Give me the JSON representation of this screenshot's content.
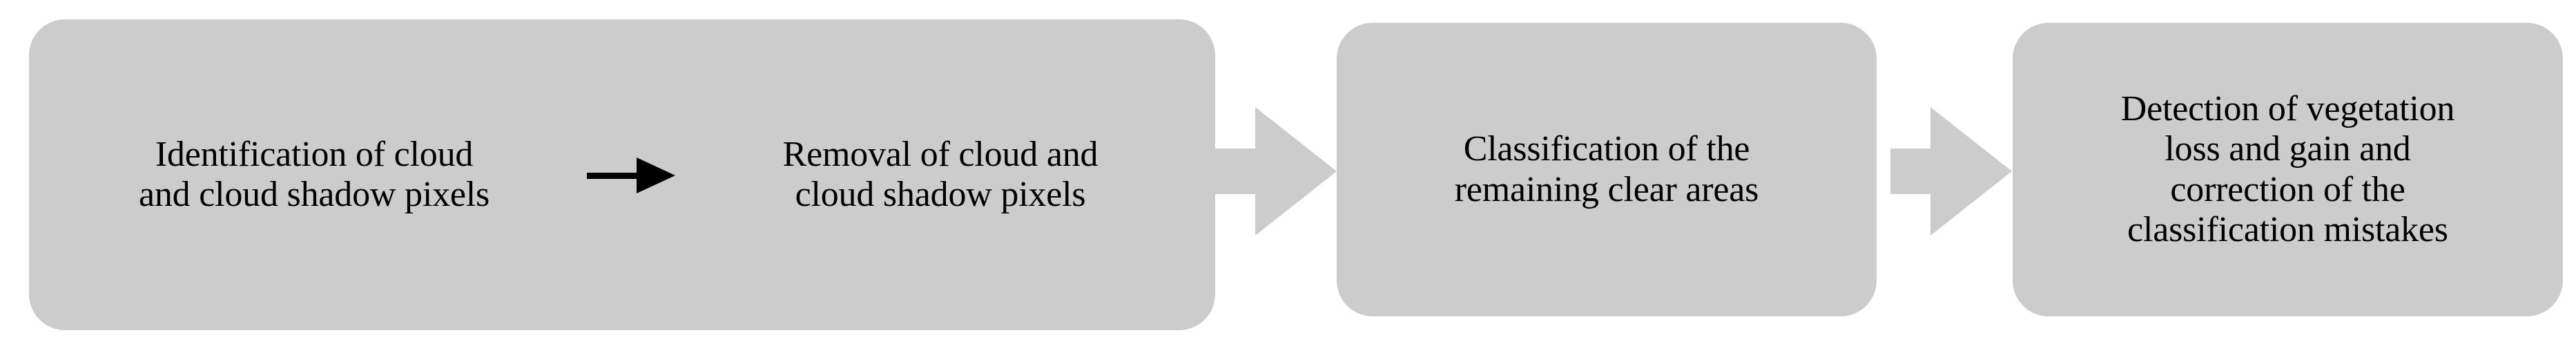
{
  "diagram": {
    "type": "flowchart",
    "orientation": "left-to-right",
    "colors": {
      "node_fill": "#cccccc",
      "text": "#000000",
      "background": "#ffffff",
      "inline_arrow": "#000000",
      "block_arrow": "#cccccc"
    },
    "nodes": [
      {
        "id": "node-merged",
        "name": "identification-and-removal-node",
        "stages": [
          {
            "id": "stage-identification",
            "name": "identification-of-cloud-and-cloud-shadow-pixels",
            "lines": [
              "Identification of cloud",
              "and cloud shadow pixels"
            ],
            "text": "Identification of cloud\nand cloud shadow pixels"
          },
          {
            "id": "stage-removal",
            "name": "removal-of-cloud-and-cloud-shadow-pixels",
            "lines": [
              "Removal of cloud and",
              "cloud shadow pixels"
            ],
            "text": "Removal of cloud and\ncloud shadow pixels"
          }
        ]
      },
      {
        "id": "node-classification",
        "name": "classification-of-remaining-clear-areas",
        "lines": [
          "Classification of the",
          "remaining clear areas"
        ],
        "text": "Classification of the\nremaining clear areas"
      },
      {
        "id": "node-detection",
        "name": "detection-of-vegetation-loss-and-gain",
        "lines": [
          "Detection of vegetation",
          "loss and gain and",
          "correction of the",
          "classification mistakes"
        ],
        "text": "Detection of vegetation\nloss and gain and\ncorrection of the\nclassification mistakes"
      }
    ],
    "connectors": [
      {
        "id": "inline-arrow-1",
        "name": "inline-arrow-identification-to-removal",
        "style": "thin-line-arrow",
        "from": "stage-identification",
        "to": "stage-removal",
        "label": ""
      },
      {
        "id": "block-arrow-1",
        "name": "block-arrow-removal-to-classification",
        "style": "block-arrow",
        "from": "node-merged",
        "to": "node-classification",
        "label": ""
      },
      {
        "id": "block-arrow-2",
        "name": "block-arrow-classification-to-detection",
        "style": "block-arrow",
        "from": "node-classification",
        "to": "node-detection",
        "label": ""
      }
    ]
  }
}
